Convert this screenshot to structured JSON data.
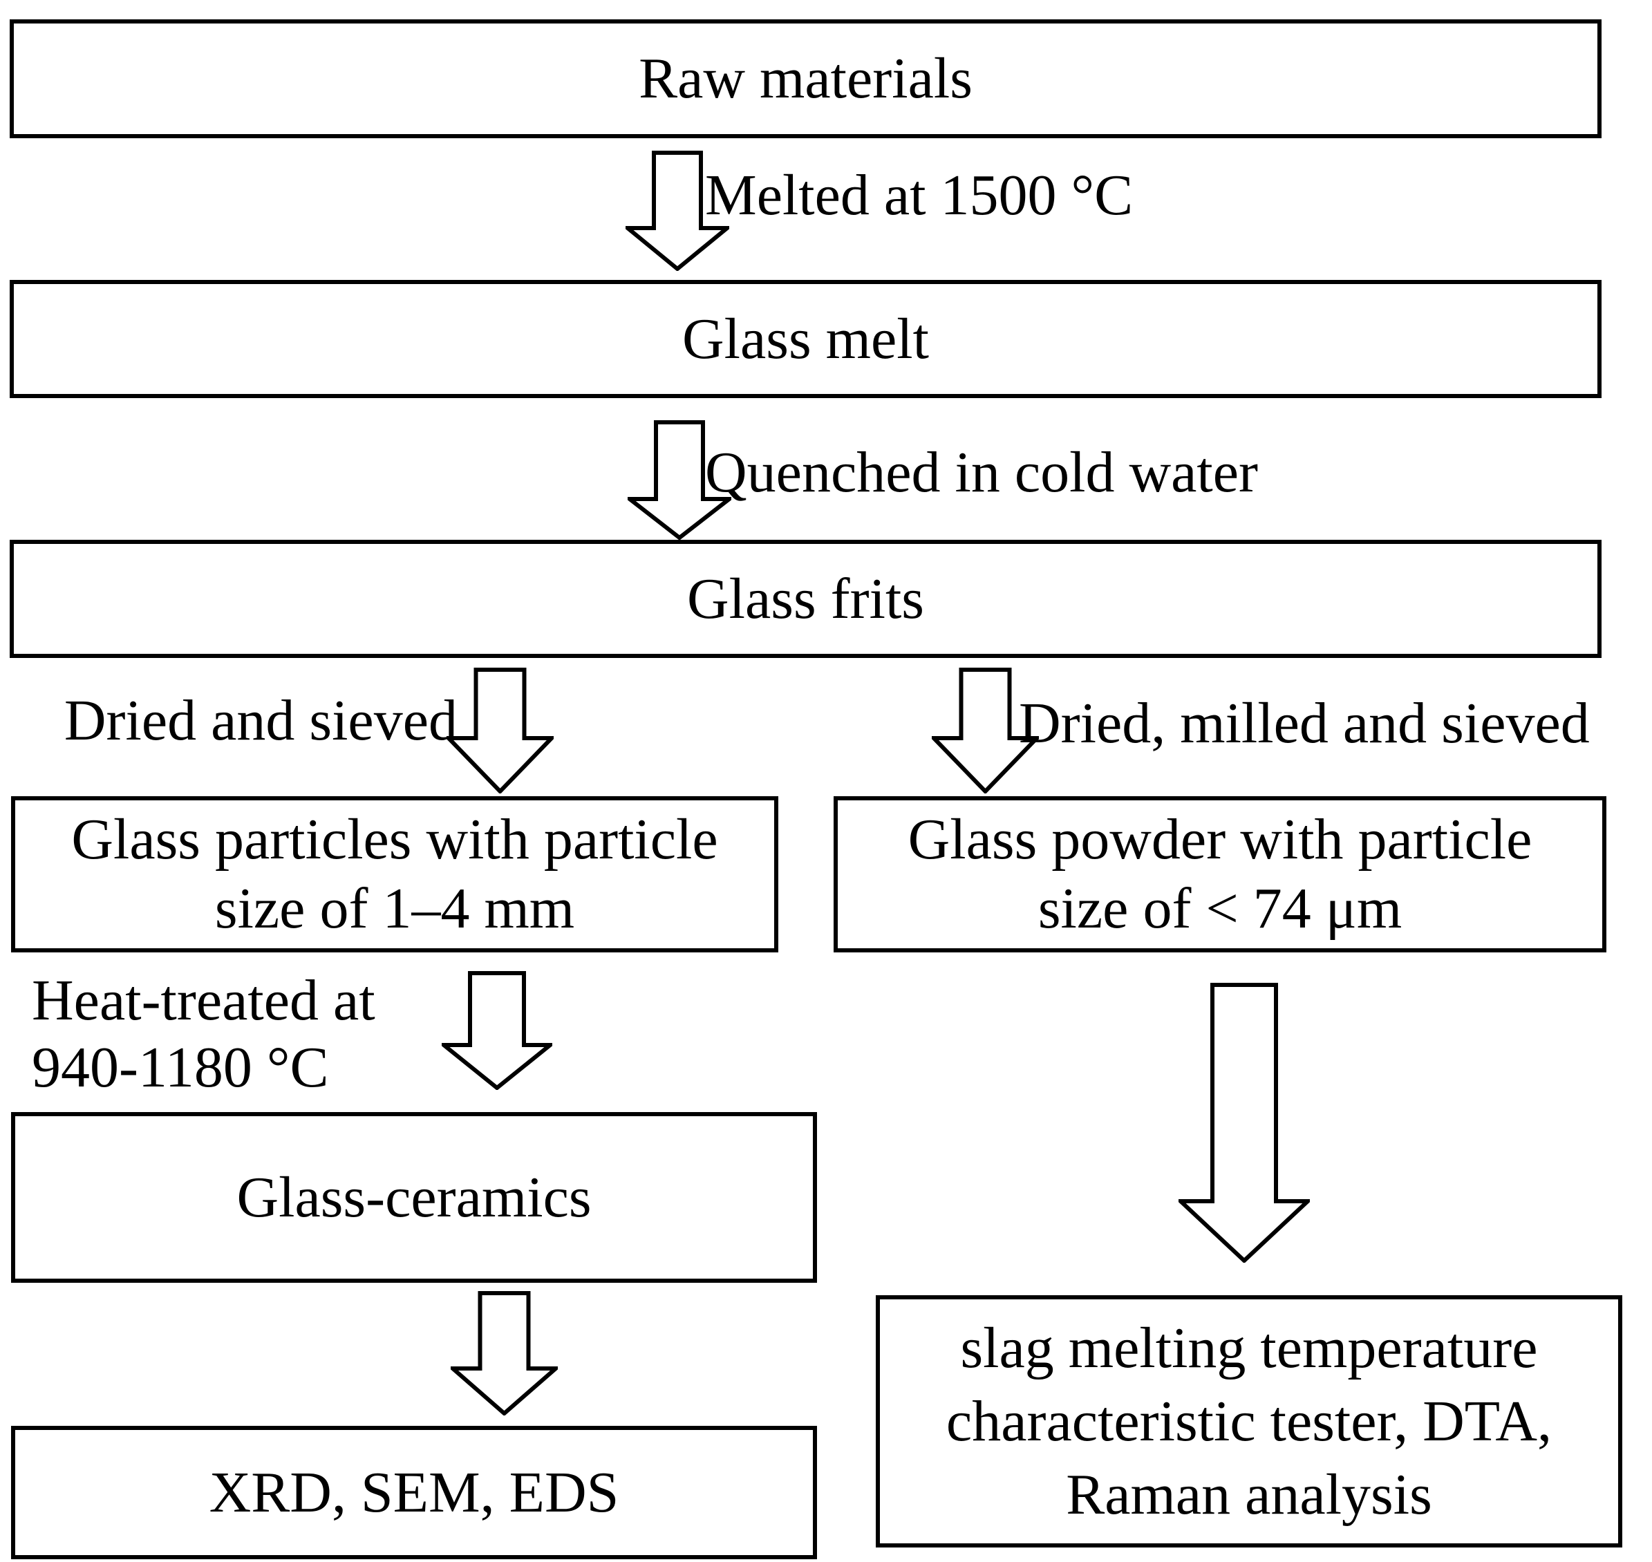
{
  "figure": {
    "background_color": "#ffffff",
    "ink_color": "#000000",
    "type": "process-flowchart"
  },
  "boxes": {
    "raw_materials": {
      "text": "Raw materials"
    },
    "glass_melt": {
      "text": "Glass melt"
    },
    "glass_frits": {
      "text": "Glass frits"
    },
    "glass_particles": {
      "lines": [
        "Glass particles with particle",
        "size of 1–4 mm"
      ]
    },
    "glass_powder": {
      "lines": [
        "Glass powder with particle",
        "size of < 74 μm"
      ]
    },
    "glass_ceramics": {
      "text": "Glass-ceramics"
    },
    "analysis_left": {
      "text": "XRD, SEM, EDS"
    },
    "analysis_right": {
      "lines": [
        "slag melting temperature",
        "characteristic tester, DTA,",
        "Raman analysis"
      ]
    }
  },
  "arrow_labels": {
    "melted": "Melted at 1500 °C",
    "quenched": "Quenched in cold water",
    "dried_sieved": "Dried and sieved",
    "dried_milled_sieved": "Dried, milled and sieved",
    "heat_treated": [
      "Heat-treated at",
      "940-1180 °C"
    ]
  }
}
